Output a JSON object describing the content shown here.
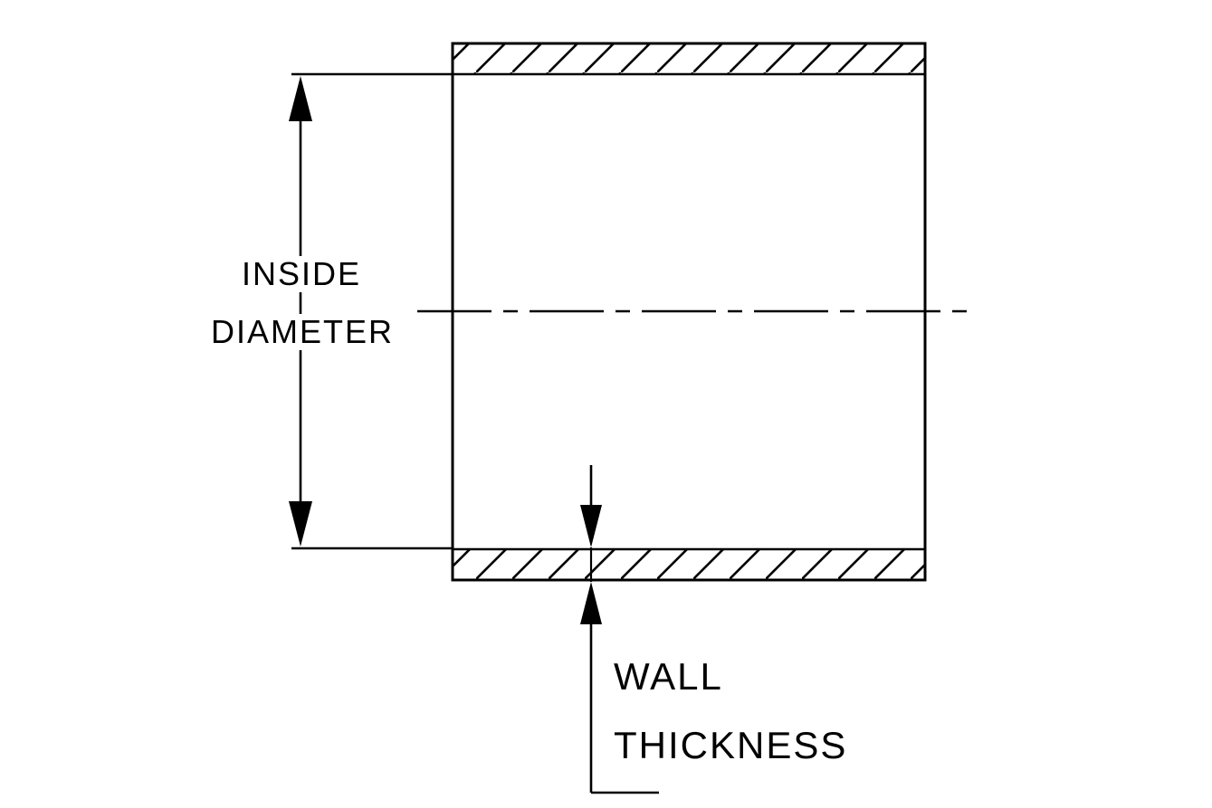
{
  "diagram": {
    "colors": {
      "background": "#ffffff",
      "line": "#000000",
      "text": "#000000"
    },
    "labels": {
      "inside_diameter_line1": "INSIDE",
      "inside_diameter_line2": "DIAMETER",
      "wall_thickness_line1": "WALL",
      "wall_thickness_line2": "THICKNESS"
    }
  }
}
